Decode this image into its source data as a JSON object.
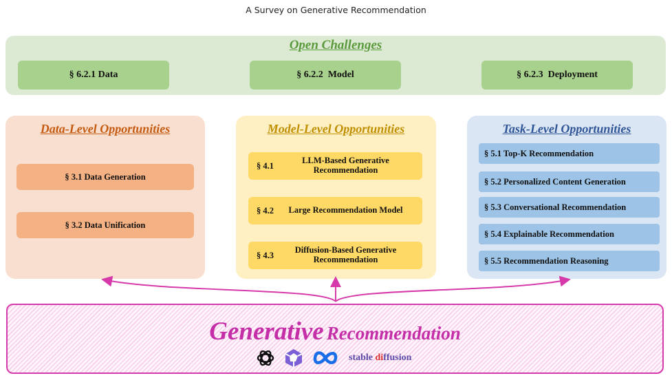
{
  "page_title": "A Survey on Generative Recommendation",
  "open_challenges": {
    "title": "Open Challenges",
    "items": [
      "§ 6.2.1 Data",
      "§ 6.2.2  Model",
      "§ 6.2.3  Deployment"
    ]
  },
  "data_level": {
    "title": "Data-Level Opportunities",
    "items": [
      "§ 3.1 Data Generation",
      "§ 3.2 Data Unification"
    ]
  },
  "model_level": {
    "title": "Model-Level Opportunities",
    "items": [
      {
        "section": "§ 4.1",
        "label": "LLM-Based Generative Recommendation"
      },
      {
        "section": "§ 4.2",
        "label": "Large Recommendation Model"
      },
      {
        "section": "§ 4.3",
        "label": "Diffusion-Based Generative Recommendation"
      }
    ]
  },
  "task_level": {
    "title": "Task-Level Opportunities",
    "items": [
      "§ 5.1 Top-K Recommendation",
      "§ 5.2 Personalized Content Generation",
      "§ 5.3 Conversational Recommendation",
      "§ 5.4 Explainable Recommendation",
      "§ 5.5 Recommendation Reasoning"
    ]
  },
  "banner": {
    "title_main": "Generative",
    "title_sub": "Recommendation",
    "logos": [
      "openai-logo-icon",
      "qwen-logo-icon",
      "meta-logo-icon",
      "stable-diffusion-logo"
    ],
    "sd_label_pre": "stable ",
    "sd_label_accent": "di",
    "sd_label_post": "ffusion"
  },
  "colors": {
    "challenges": "#dce9d3",
    "challenges_box": "#a9d18e",
    "data_panel": "#f9dfcf",
    "data_box": "#f4b183",
    "model_panel": "#fff0c4",
    "model_box": "#ffd966",
    "task_panel": "#dae6f3",
    "task_box": "#9dc3e6",
    "banner_accent": "#c42fa7"
  }
}
